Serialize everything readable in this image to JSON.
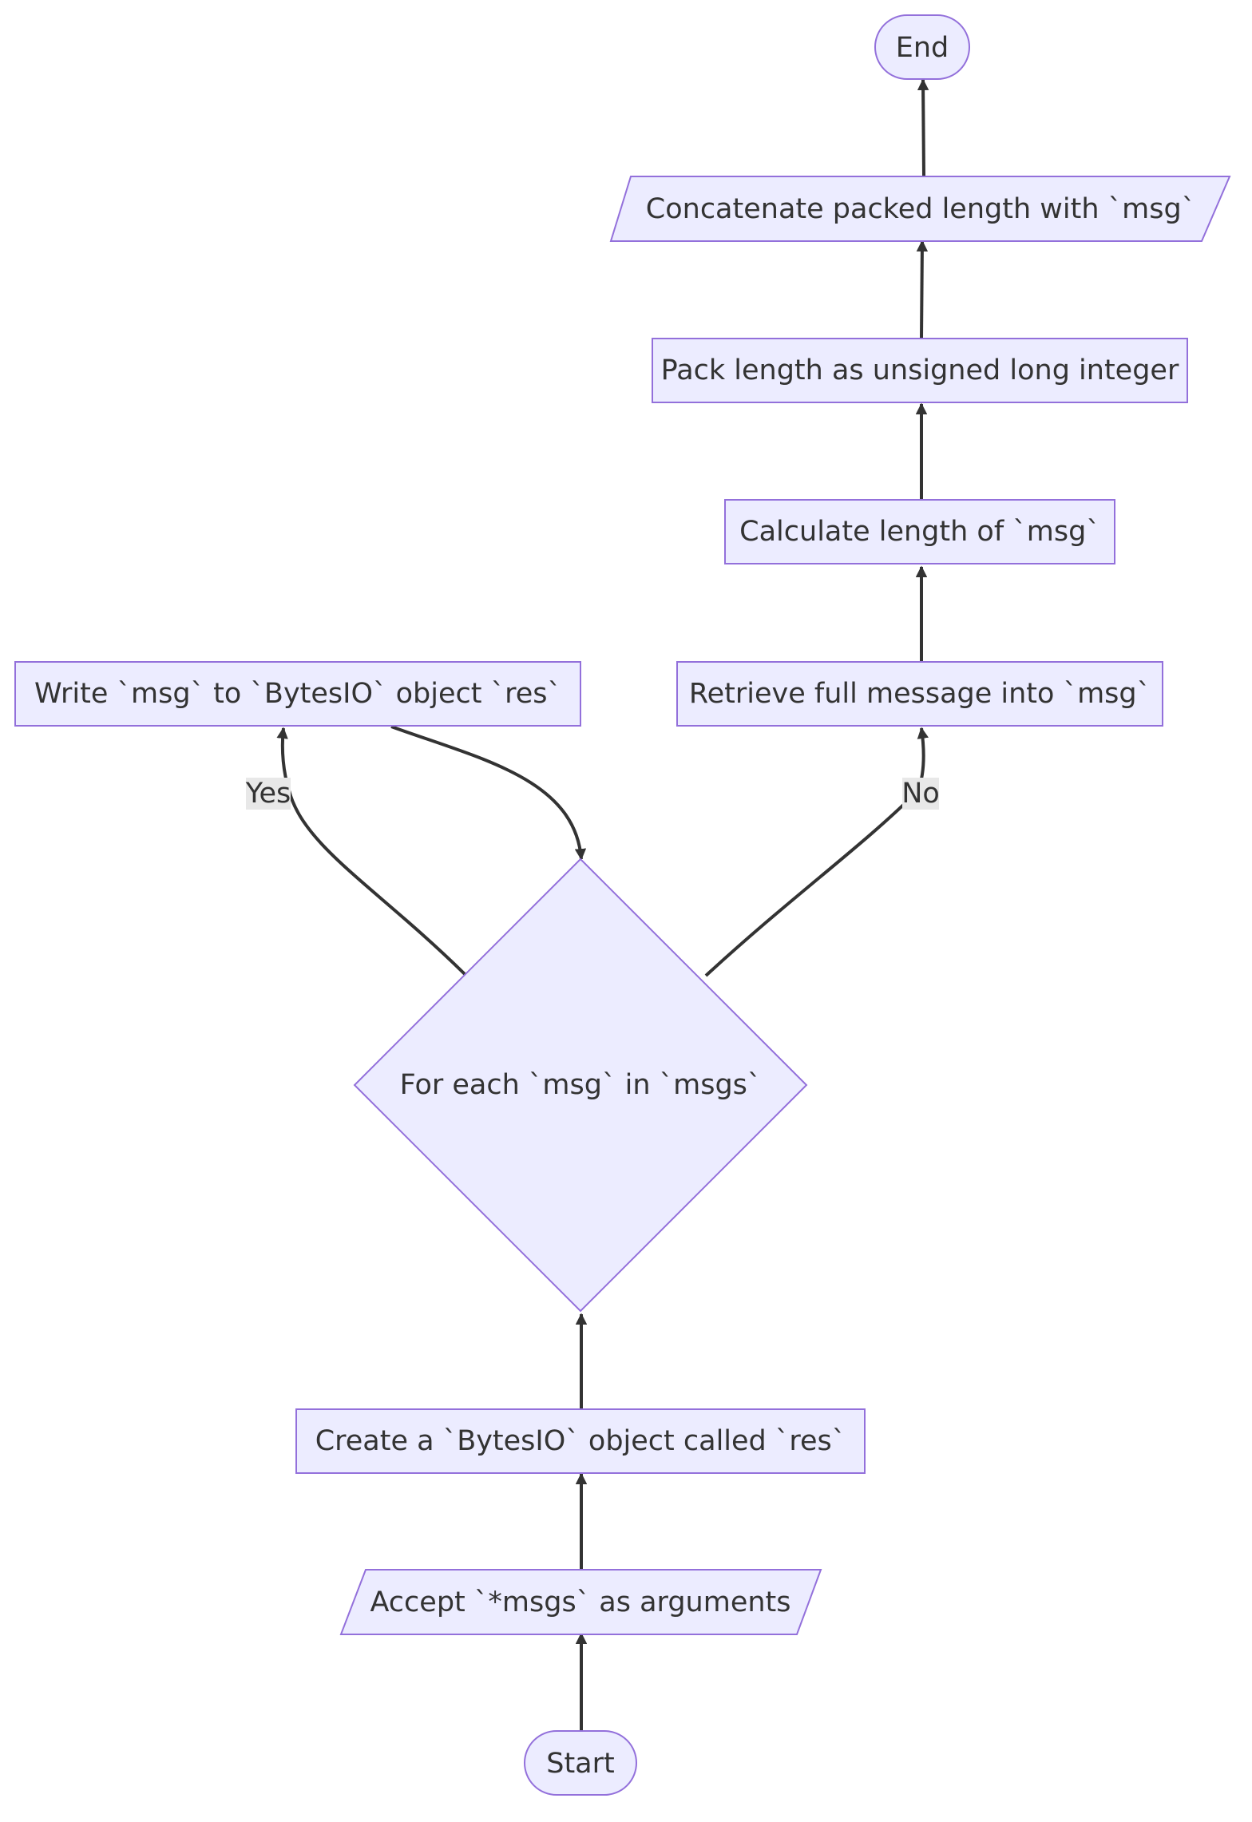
{
  "nodes": {
    "end": "End",
    "concat": "Concatenate packed length with `msg`",
    "pack": "Pack length as unsigned long integer",
    "calc": "Calculate length of `msg`",
    "retrieve": "Retrieve full message into `msg`",
    "write": "Write `msg` to `BytesIO` object `res`",
    "loop": "For each `msg` in `msgs`",
    "create": "Create a `BytesIO` object called `res`",
    "accept": "Accept `*msgs` as arguments",
    "start": "Start"
  },
  "edges": {
    "yes": "Yes",
    "no": "No"
  },
  "colors": {
    "node_fill": "#ececff",
    "node_stroke": "#9370db",
    "edge": "#333333",
    "label_bg": "#e8e8e8"
  }
}
